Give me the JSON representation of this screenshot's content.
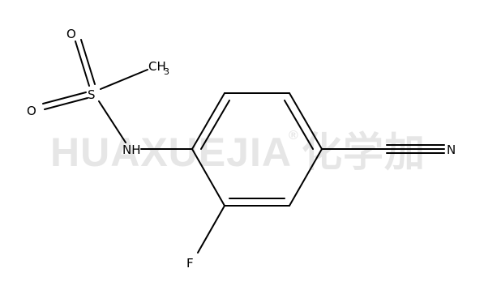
{
  "watermark": {
    "text": "HUAXUEJIA",
    "registered": "®",
    "chinese": "化学加"
  },
  "atoms": {
    "o_top": "O",
    "o_left": "O",
    "s": "S",
    "ch3_c": "CH",
    "ch3_sub": "3",
    "nh": "NH",
    "f": "F",
    "n": "N"
  }
}
